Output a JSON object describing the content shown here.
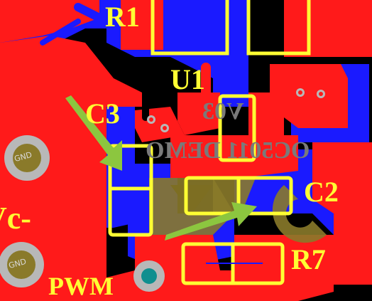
{
  "silkscreen": {
    "r1": "R1",
    "u1": "U1",
    "c3": "C3",
    "c2": "C2",
    "r7": "R7",
    "pwm": "PWM",
    "vc": "Vc-"
  },
  "bottom_silkscreen": {
    "line1": "V03",
    "line2": "OC5011 DEMO"
  },
  "pad_labels": {
    "gnd_top": "GND",
    "gnd_bottom": "GND"
  },
  "colors": {
    "top_copper": "#ff1a1a",
    "bottom_copper": "#1a1aff",
    "silkscreen": "#ffff33",
    "bottom_silk": "#7a7a7a",
    "arrow": "#8cc63f",
    "via_ring": "#b8b8b8",
    "via_hole": "#0f8f8f",
    "pad_gold": "#8a7a2a"
  }
}
